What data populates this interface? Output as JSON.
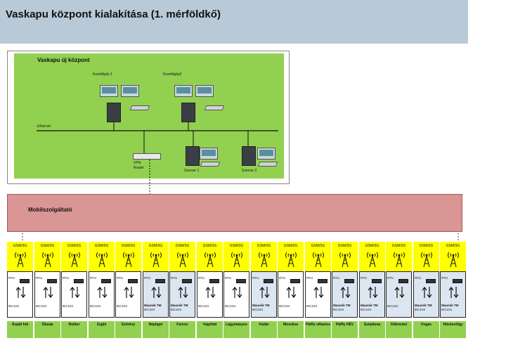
{
  "header": {
    "title": "Vaskapu központ kialakítása (1. mérföldkő)"
  },
  "center": {
    "title": "Vaskapu új központ",
    "workstation1": "Kezelőgép 1",
    "workstation2": "Kezelőgép2",
    "ethernet": "Ethernet",
    "router_line1": "VPN",
    "router_line2": "Router",
    "server1": "Szerver 1",
    "server2": "Szerver 2"
  },
  "provider": {
    "title": "Mobilszolgáltató"
  },
  "stations": [
    {
      "name": "Árpád híd",
      "gsm": "GSM/3G",
      "rtu": "RTU",
      "proto1": "IEC104",
      "proto2": "",
      "alt": false
    },
    {
      "name": "Óbuda",
      "gsm": "GSM/3G",
      "rtu": "RTU",
      "proto1": "IEC104",
      "proto2": "",
      "alt": false
    },
    {
      "name": "Reitter",
      "gsm": "GSM/3G",
      "rtu": "RTU",
      "proto1": "IEC104",
      "proto2": "",
      "alt": false
    },
    {
      "name": "Zugló",
      "gsm": "GSM/3G",
      "rtu": "RTU",
      "proto1": "IEC104",
      "proto2": "",
      "alt": false
    },
    {
      "name": "Szőrény",
      "gsm": "GSM/3G",
      "rtu": "RTU",
      "proto1": "IEC104",
      "proto2": "",
      "alt": false
    },
    {
      "name": "Népliget",
      "gsm": "GSM/3G",
      "rtu": "RTU",
      "proto1": "Maumik TM",
      "proto2": "IEC104",
      "alt": true
    },
    {
      "name": "Ferenc",
      "gsm": "GSM/3G",
      "rtu": "RTU",
      "proto1": "Maumik TM",
      "proto2": "IEC104",
      "alt": true
    },
    {
      "name": "Vágóhíd",
      "gsm": "GSM/3G",
      "rtu": "RTU",
      "proto1": "IEC104",
      "proto2": "",
      "alt": false
    },
    {
      "name": "Lágymányos",
      "gsm": "GSM/3G",
      "rtu": "RTU",
      "proto1": "IEC104",
      "proto2": "",
      "alt": false
    },
    {
      "name": "Kádár",
      "gsm": "GSM/3G",
      "rtu": "RTU",
      "proto1": "Maumik TM",
      "proto2": "IEC104",
      "alt": true
    },
    {
      "name": "Moszkva",
      "gsm": "GSM/3G",
      "rtu": "RTU",
      "proto1": "IEC104",
      "proto2": "",
      "alt": false
    },
    {
      "name": "Pálffy villamos",
      "gsm": "GSM/3G",
      "rtu": "RTU",
      "proto1": "IEC104",
      "proto2": "",
      "alt": false
    },
    {
      "name": "Pálffy HÉV",
      "gsm": "GSM/3G",
      "rtu": "RTU",
      "proto1": "Maumik TM",
      "proto2": "IEC104",
      "alt": true
    },
    {
      "name": "Szépilona",
      "gsm": "GSM/3G",
      "rtu": "RTU",
      "proto1": "Maumik TM",
      "proto2": "IEC104",
      "alt": true
    },
    {
      "name": "Dőbrentei",
      "gsm": "GSM/3G",
      "rtu": "RTU",
      "proto1": "IEC104",
      "proto2": "",
      "alt": true
    },
    {
      "name": "Fogas",
      "gsm": "GSM/3G",
      "rtu": "RTU",
      "proto1": "Maumik TM",
      "proto2": "IEC104",
      "alt": true
    },
    {
      "name": "Hűvösvölgy",
      "gsm": "GSM/3G",
      "rtu": "RTU",
      "proto1": "Maumik TM",
      "proto2": "IEC104",
      "alt": true
    }
  ],
  "colors": {
    "header_bg": "#b8cad8",
    "center_bg": "#92d050",
    "provider_bg": "#da9694",
    "gsm_bg": "#ffff00",
    "alt_box_bg": "#dce6f1",
    "name_bg": "#92d050"
  }
}
